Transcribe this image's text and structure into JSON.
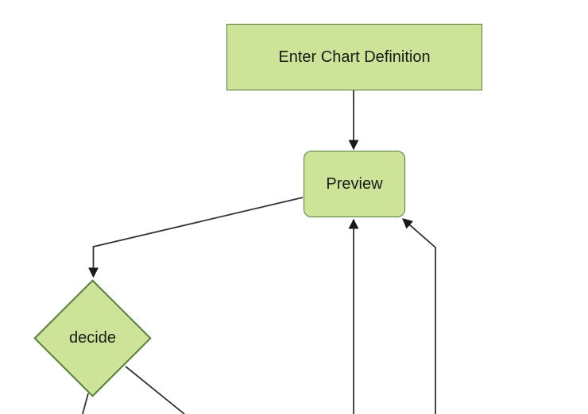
{
  "diagram": {
    "type": "flowchart",
    "direction": "top-down",
    "colors": {
      "background": "#ffffff",
      "node_fill": "#cde498",
      "node_border": "#558139",
      "edge_line": "#333333",
      "arrowhead": "#1a1a1a",
      "label_text": "#1a1a1a"
    },
    "nodes": [
      {
        "id": "enter-chart-definition",
        "label": "Enter Chart Definition",
        "shape": "rectangle"
      },
      {
        "id": "preview",
        "label": "Preview",
        "shape": "rounded-rectangle"
      },
      {
        "id": "decide",
        "label": "decide",
        "shape": "diamond"
      }
    ],
    "edges": [
      {
        "from": "enter-chart-definition",
        "to": "preview",
        "arrow": true
      },
      {
        "from": "preview",
        "to": "decide",
        "arrow": true
      },
      {
        "from": "offscreen-bottom",
        "to": "preview",
        "arrow": true
      },
      {
        "from": "offscreen-bottom-right",
        "to": "preview",
        "arrow": true
      },
      {
        "from": "decide",
        "to": "offscreen-bottom-left",
        "arrow": false
      },
      {
        "from": "decide",
        "to": "offscreen-bottom-right",
        "arrow": false
      }
    ]
  }
}
